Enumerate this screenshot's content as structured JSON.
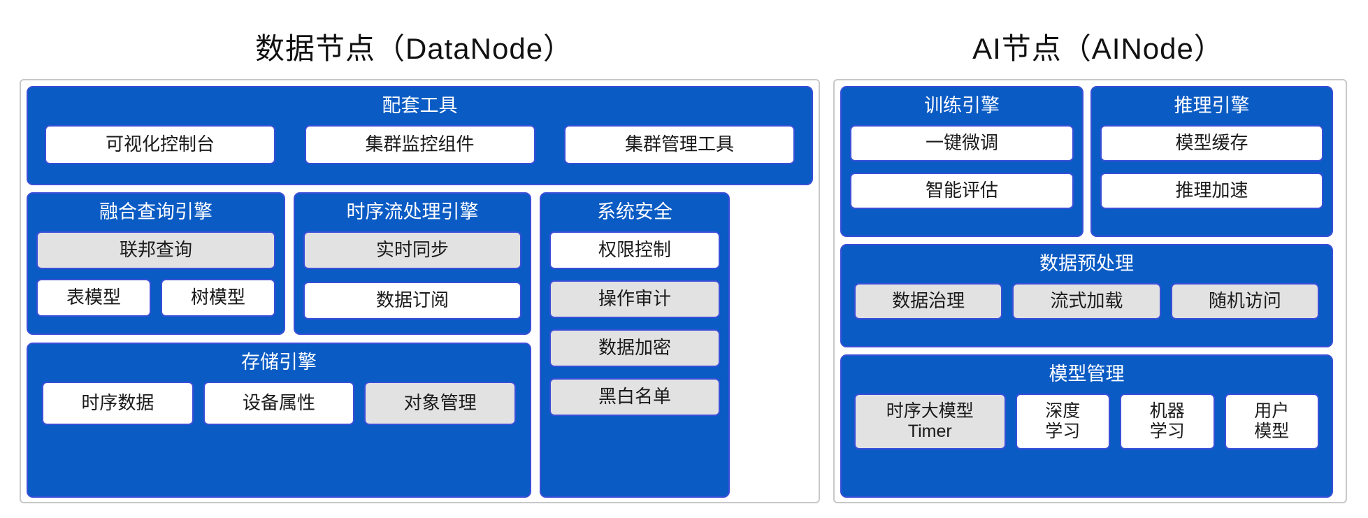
{
  "sections": {
    "datanode": {
      "title": "数据节点（DataNode）",
      "panels": {
        "tools": {
          "title": "配套工具",
          "items": [
            {
              "label": "可视化控制台",
              "fill": "white"
            },
            {
              "label": "集群监控组件",
              "fill": "white"
            },
            {
              "label": "集群管理工具",
              "fill": "white"
            }
          ]
        },
        "query": {
          "title": "融合查询引擎",
          "items": [
            {
              "label": "联邦查询",
              "fill": "gray"
            },
            {
              "label": "表模型",
              "fill": "white"
            },
            {
              "label": "树模型",
              "fill": "white"
            }
          ]
        },
        "stream": {
          "title": "时序流处理引擎",
          "items": [
            {
              "label": "实时同步",
              "fill": "gray"
            },
            {
              "label": "数据订阅",
              "fill": "white"
            }
          ]
        },
        "security": {
          "title": "系统安全",
          "items": [
            {
              "label": "权限控制",
              "fill": "white"
            },
            {
              "label": "操作审计",
              "fill": "gray"
            },
            {
              "label": "数据加密",
              "fill": "gray"
            },
            {
              "label": "黑白名单",
              "fill": "gray"
            }
          ]
        },
        "storage": {
          "title": "存储引擎",
          "items": [
            {
              "label": "时序数据",
              "fill": "white"
            },
            {
              "label": "设备属性",
              "fill": "white"
            },
            {
              "label": "对象管理",
              "fill": "gray"
            }
          ]
        }
      }
    },
    "ainode": {
      "title": "AI节点（AINode）",
      "panels": {
        "training": {
          "title": "训练引擎",
          "items": [
            {
              "label": "一键微调",
              "fill": "white"
            },
            {
              "label": "智能评估",
              "fill": "white"
            }
          ]
        },
        "inference": {
          "title": "推理引擎",
          "items": [
            {
              "label": "模型缓存",
              "fill": "white"
            },
            {
              "label": "推理加速",
              "fill": "white"
            }
          ]
        },
        "preprocess": {
          "title": "数据预处理",
          "items": [
            {
              "label": "数据治理",
              "fill": "gray"
            },
            {
              "label": "流式加载",
              "fill": "gray"
            },
            {
              "label": "随机访问",
              "fill": "gray"
            }
          ]
        },
        "modelmgmt": {
          "title": "模型管理",
          "items": [
            {
              "label": "时序大模型\nTimer",
              "fill": "gray"
            },
            {
              "label": "深度\n学习",
              "fill": "white"
            },
            {
              "label": "机器\n学习",
              "fill": "white"
            },
            {
              "label": "用户\n模型",
              "fill": "white"
            }
          ]
        }
      }
    }
  },
  "colors": {
    "panel_blue": "#0A5BC4",
    "chip_border": "#3A4FD8",
    "chip_white": "#FFFFFF",
    "chip_gray": "#E2E2E2",
    "container_border": "#C8C8C8",
    "title_text": "#111111",
    "panel_title_text": "#FFFFFF",
    "background": "#FFFFFF"
  }
}
